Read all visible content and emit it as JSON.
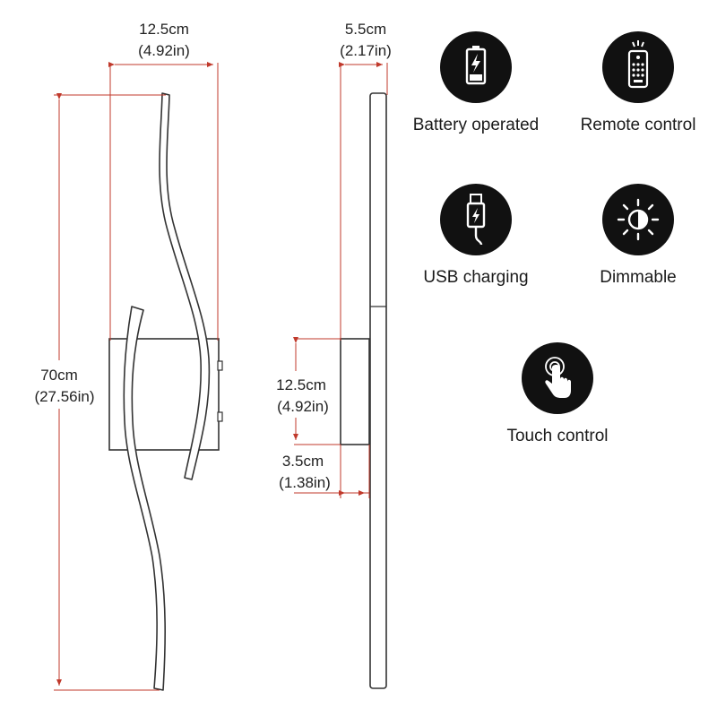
{
  "dimensions": {
    "front_width": {
      "cm": "12.5cm",
      "in": "(4.92in)"
    },
    "side_depth": {
      "cm": "5.5cm",
      "in": "(2.17in)"
    },
    "total_height": {
      "cm": "70cm",
      "in": "(27.56in)"
    },
    "base_height": {
      "cm": "12.5cm",
      "in": "(4.92in)"
    },
    "base_gap": {
      "cm": "3.5cm",
      "in": "(1.38in)"
    }
  },
  "features": [
    {
      "label": "Battery operated",
      "icon": "battery-icon"
    },
    {
      "label": "Remote control",
      "icon": "remote-icon"
    },
    {
      "label": "USB charging",
      "icon": "usb-cable-icon"
    },
    {
      "label": "Dimmable",
      "icon": "brightness-icon"
    },
    {
      "label": "Touch control",
      "icon": "touch-icon"
    }
  ],
  "colors": {
    "dimension_line": "#c0392b",
    "outline": "#333333",
    "badge": "#111111"
  }
}
